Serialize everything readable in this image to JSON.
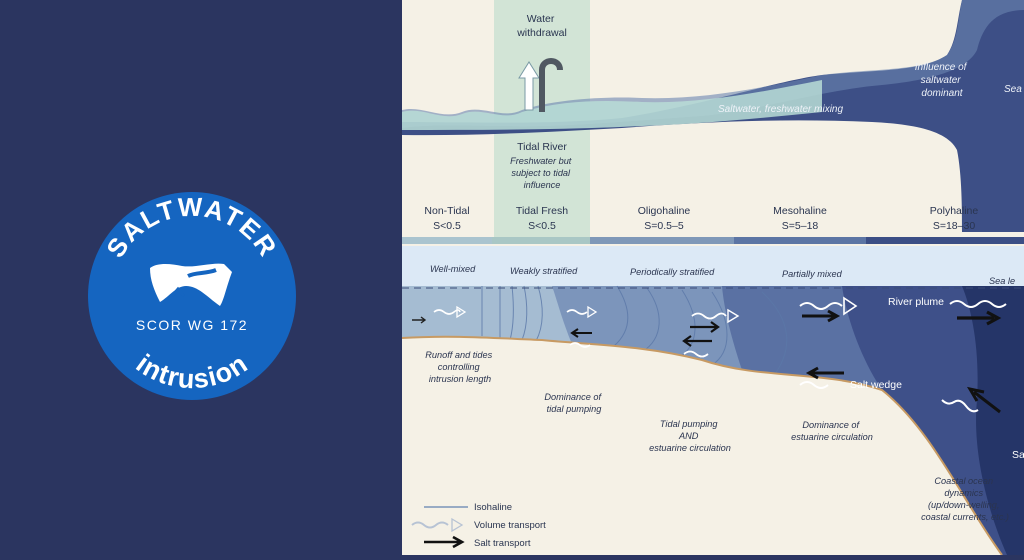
{
  "logo": {
    "top_text": "SALTWATER",
    "middle_text": "SCOR WG 172",
    "bottom_text": "intrusion",
    "colors": {
      "background": "#2b3560",
      "badge": "#1565c0",
      "text": "#ffffff"
    }
  },
  "diagram": {
    "top_labels": {
      "water_withdrawal": [
        "Water",
        "withdrawal"
      ],
      "mixing": "Saltwater, freshwater mixing",
      "influence": [
        "Influence of",
        "saltwater",
        "dominant"
      ],
      "sea_partial": "Sea",
      "tidal_river_title": "Tidal River",
      "tidal_river_desc": [
        "Freshwater but",
        "subject to tidal",
        "influence"
      ]
    },
    "zones": [
      {
        "name": "Non-Tidal",
        "salinity": "S<0.5"
      },
      {
        "name": "Tidal Fresh",
        "salinity": "S<0.5"
      },
      {
        "name": "Oligohaline",
        "salinity": "S=0.5–5"
      },
      {
        "name": "Mesohaline",
        "salinity": "S=5–18"
      },
      {
        "name": "Polyhaline",
        "salinity": "S=18–30"
      }
    ],
    "stratification": [
      "Well-mixed",
      "Weakly stratified",
      "Periodically stratified",
      "Partially mixed",
      "Sea le"
    ],
    "annotations": {
      "runoff": [
        "Runoff and tides",
        "controlling",
        "intrusion length"
      ],
      "tidal_pumping": [
        "Dominance of",
        "tidal pumping"
      ],
      "tidal_and_estuarine": [
        "Tidal pumping",
        "AND",
        "estuarine circulation"
      ],
      "estuarine": [
        "Dominance of",
        "estuarine circulation"
      ],
      "coastal": [
        "Coastal ocean",
        "dynamics",
        "(up/down-welling,",
        "coastal currents, etc.)"
      ],
      "river_plume": "River plume",
      "salt_wedge": "Salt wedge",
      "sa_partial": "Sa"
    },
    "legend": {
      "isohaline": "Isohaline",
      "volume_transport": "Volume transport",
      "salt_transport": "Salt transport"
    },
    "colors": {
      "cream": "#f5f1e6",
      "deep_blue": "#2f3f75",
      "tidal_band": "#d2e4d6",
      "fresh_water": "#b9ddd6",
      "sky": "#dce9f6"
    }
  }
}
